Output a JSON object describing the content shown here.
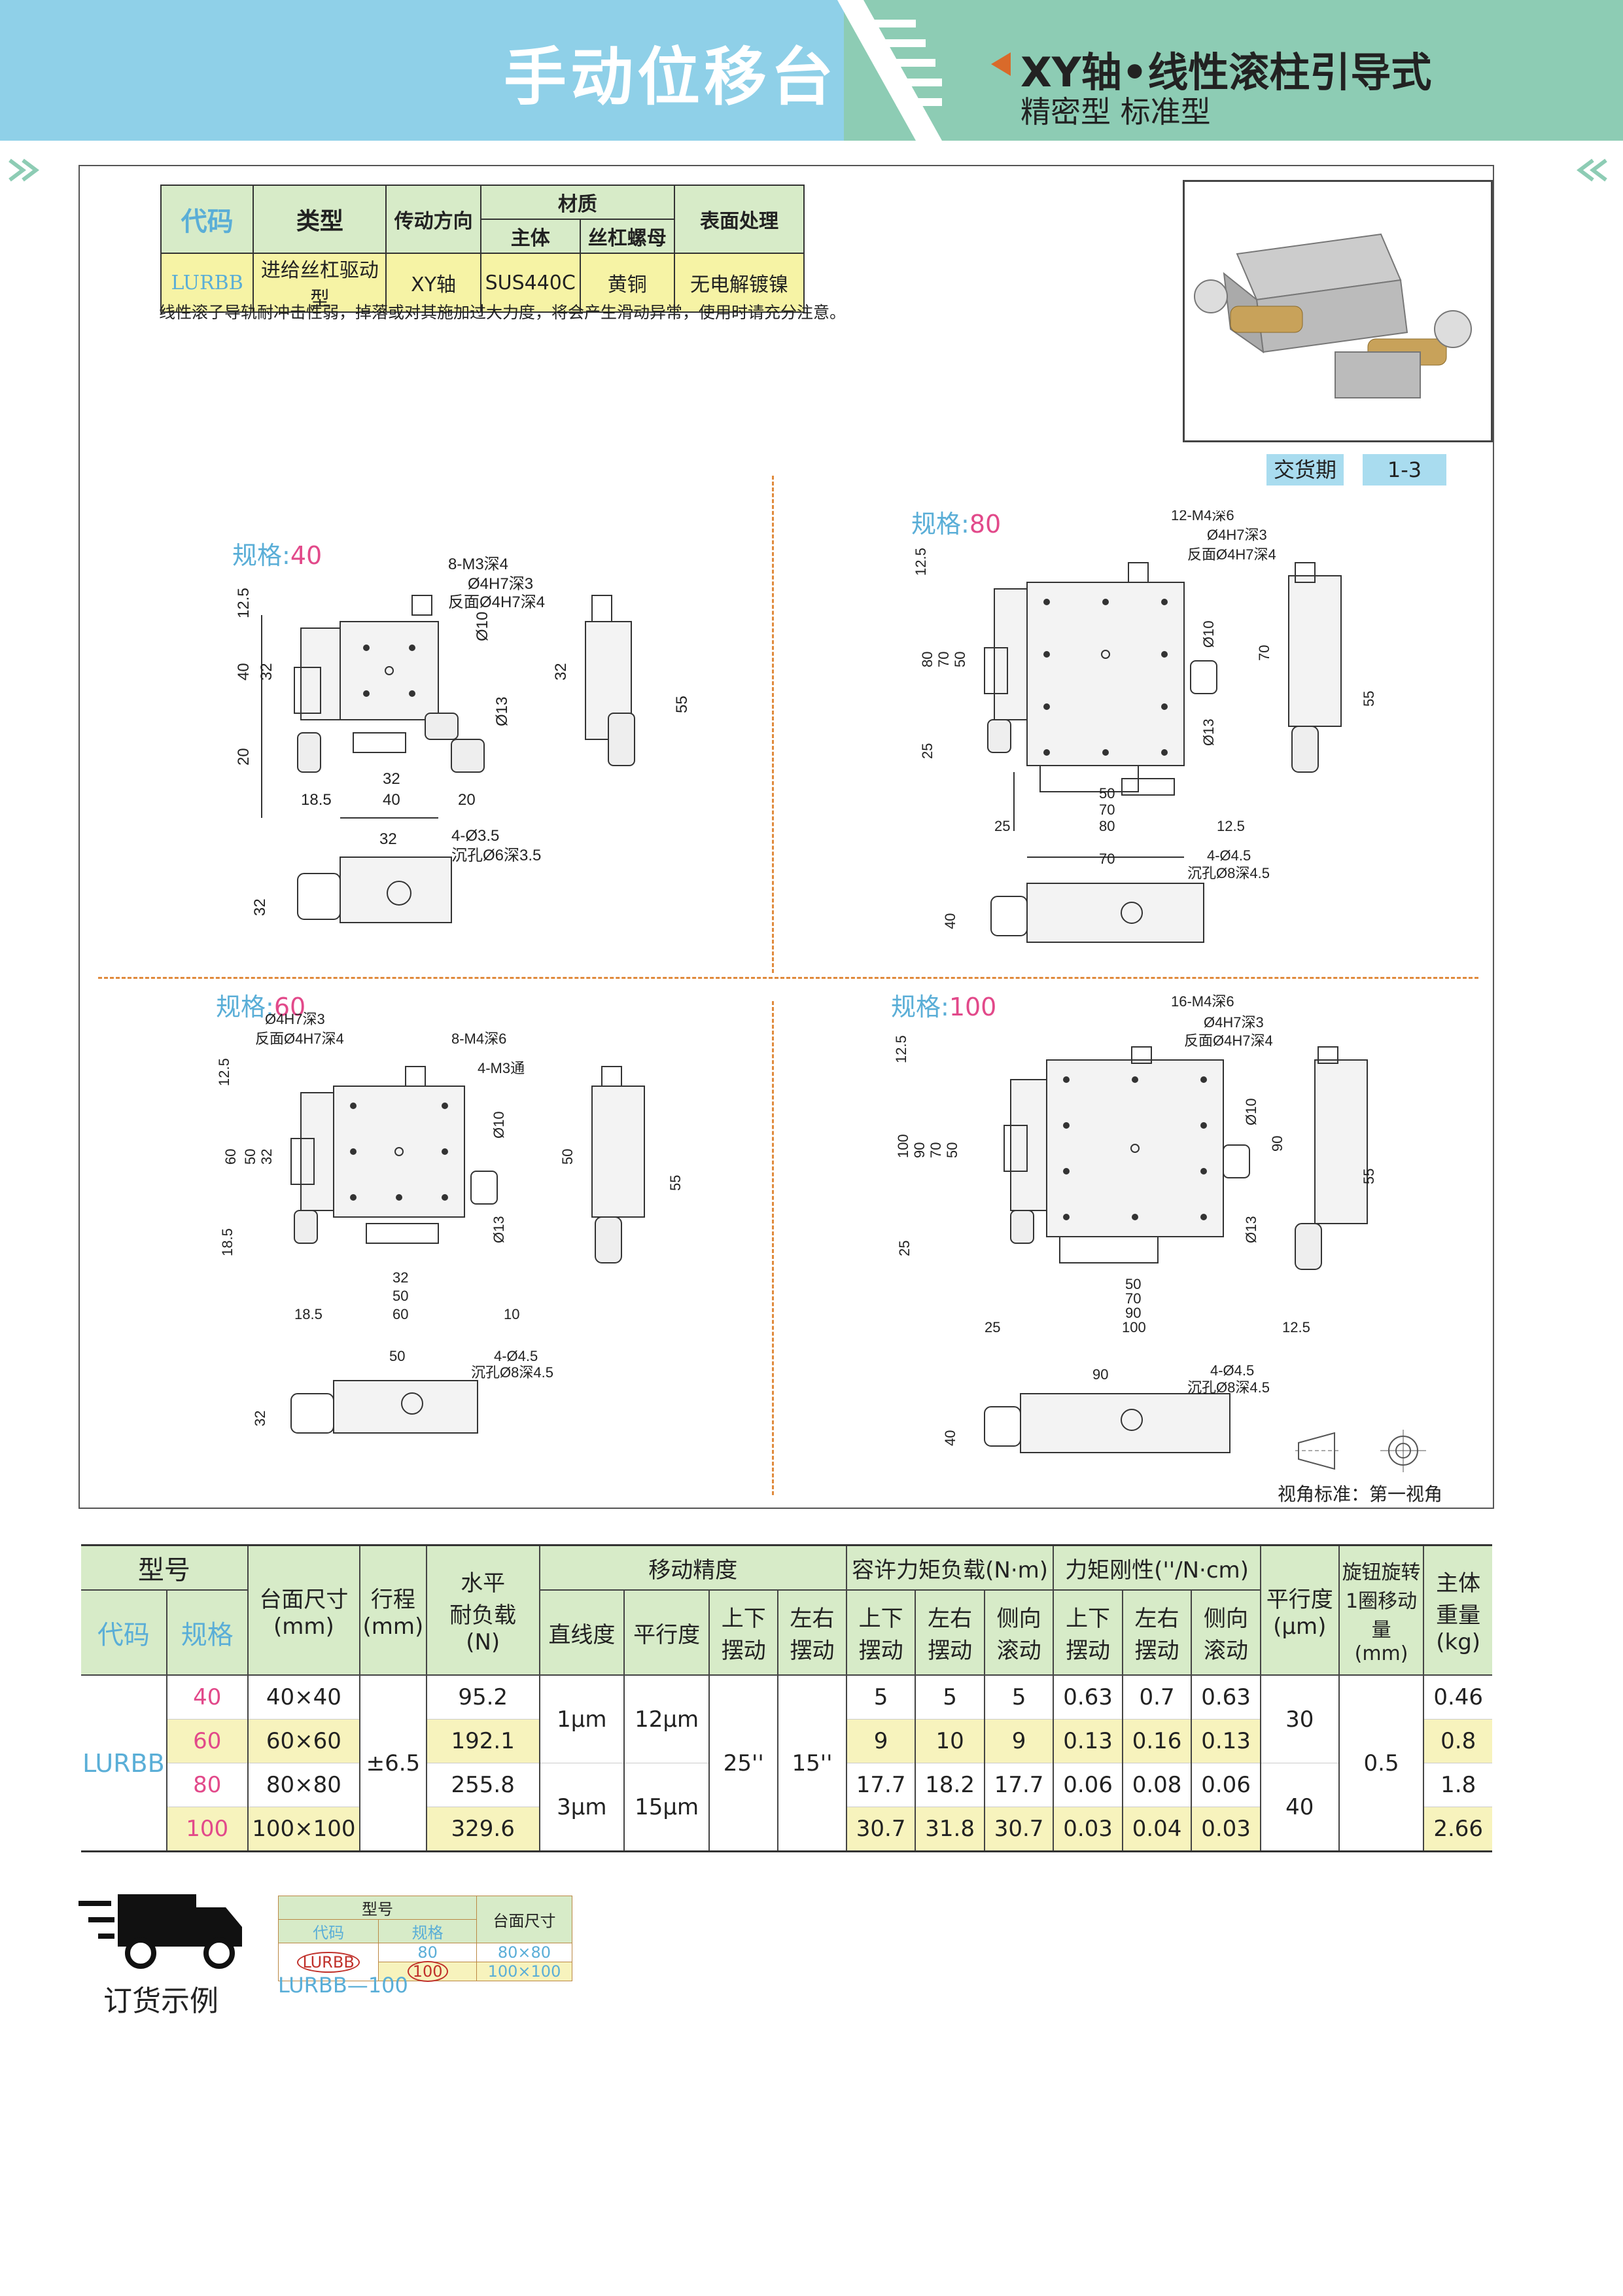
{
  "header": {
    "title": "手动位移台",
    "subtitle": "XY轴•线性滚柱引导式",
    "subtitle2": "精密型  标准型"
  },
  "spec_table": {
    "headers": [
      "代码",
      "类型",
      "传动方向",
      "材质",
      "表面处理"
    ],
    "material_sub": [
      "主体",
      "丝杠螺母"
    ],
    "row": [
      "LURBB",
      "进给丝杠驱动型",
      "XY轴",
      "SUS440C",
      "黄铜",
      "无电解镀镍"
    ]
  },
  "note": "线性滚子导轨耐冲击性弱，掉落或对其施加过大力度，将会产生滑动异常，使用时请充分注意。",
  "delivery": {
    "label": "交货期",
    "value": "1-3"
  },
  "drawings": [
    {
      "spec_label": "规格:",
      "spec_value": "40",
      "callouts": [
        "8-M3深4",
        "Ø4H7深3",
        "反面Ø4H7深4",
        "4-Ø3.5",
        "沉孔Ø6深3.5"
      ],
      "dims": [
        "12.5",
        "40",
        "32",
        "20",
        "32",
        "18.5",
        "40",
        "20",
        "Ø10",
        "Ø13",
        "32",
        "55",
        "32",
        "32"
      ]
    },
    {
      "spec_label": "规格:",
      "spec_value": "80",
      "callouts": [
        "12-M4深6",
        "Ø4H7深3",
        "反面Ø4H7深4",
        "4-Ø4.5",
        "沉孔Ø8深4.5"
      ],
      "dims": [
        "12.5",
        "80",
        "70",
        "50",
        "25",
        "50",
        "70",
        "80",
        "25",
        "12.5",
        "Ø10",
        "Ø13",
        "70",
        "55",
        "70",
        "40"
      ]
    },
    {
      "spec_label": "规格:",
      "spec_value": "60",
      "callouts": [
        "Ø4H7深3",
        "反面Ø4H7深4",
        "8-M4深6",
        "4-M3通",
        "4-Ø4.5",
        "沉孔Ø8深4.5"
      ],
      "dims": [
        "12.5",
        "60",
        "50",
        "32",
        "18.5",
        "32",
        "50",
        "60",
        "18.5",
        "10",
        "Ø10",
        "Ø13",
        "50",
        "55",
        "50",
        "32"
      ]
    },
    {
      "spec_label": "规格:",
      "spec_value": "100",
      "callouts": [
        "16-M4深6",
        "Ø4H7深3",
        "反面Ø4H7深4",
        "4-Ø4.5",
        "沉孔Ø8深4.5"
      ],
      "dims": [
        "12.5",
        "100",
        "90",
        "70",
        "50",
        "25",
        "50",
        "70",
        "90",
        "100",
        "25",
        "12.5",
        "Ø10",
        "Ø13",
        "90",
        "55",
        "90",
        "40"
      ]
    }
  ],
  "projection": {
    "label": "视角标准：第一视角"
  },
  "main_table": {
    "header_top": [
      "型号",
      "台面尺寸\n(mm)",
      "行程\n(mm)",
      "水平\n耐负载\n(N)",
      "移动精度",
      "容许力矩负载(N·m)",
      "力矩刚性(''/N·cm)",
      "平行度\n(μm)",
      "旋钮旋转\n1圈移动量\n(mm)",
      "主体\n重量\n(kg)"
    ],
    "header_sub": [
      "代码",
      "规格",
      "直线度",
      "平行度",
      "上下\n摆动",
      "左右\n摆动",
      "上下\n摆动",
      "左右\n摆动",
      "侧向\n滚动",
      "上下\n摆动",
      "左右\n摆动",
      "侧向\n滚动"
    ],
    "code": "LURBB",
    "stroke": "±6.5",
    "updown_pitch": "25''",
    "lr_yaw": "15''",
    "lead": "0.5",
    "rows": [
      {
        "spec": "40",
        "size": "40×40",
        "load": "95.2",
        "m1": "5",
        "m2": "5",
        "m3": "5",
        "k1": "0.63",
        "k2": "0.7",
        "k3": "0.63",
        "weight": "0.46"
      },
      {
        "spec": "60",
        "size": "60×60",
        "load": "192.1",
        "m1": "9",
        "m2": "10",
        "m3": "9",
        "k1": "0.13",
        "k2": "0.16",
        "k3": "0.13",
        "weight": "0.8"
      },
      {
        "spec": "80",
        "size": "80×80",
        "load": "255.8",
        "m1": "17.7",
        "m2": "18.2",
        "m3": "17.7",
        "k1": "0.06",
        "k2": "0.08",
        "k3": "0.06",
        "weight": "1.8"
      },
      {
        "spec": "100",
        "size": "100×100",
        "load": "329.6",
        "m1": "30.7",
        "m2": "31.8",
        "m3": "30.7",
        "k1": "0.03",
        "k2": "0.04",
        "k3": "0.03",
        "weight": "2.66"
      }
    ],
    "straightness": [
      "1μm",
      "3μm"
    ],
    "parallel_acc": [
      "12μm",
      "15μm"
    ],
    "parallelism": [
      "30",
      "40"
    ]
  },
  "order_example": {
    "label": "订货示例",
    "table_head": [
      "型号",
      "台面尺寸"
    ],
    "table_sub": [
      "代码",
      "规格"
    ],
    "rows": [
      [
        "LURBB",
        "80",
        "80×80"
      ],
      [
        "",
        "100",
        "100×100"
      ]
    ],
    "result": "LURBB—100"
  }
}
